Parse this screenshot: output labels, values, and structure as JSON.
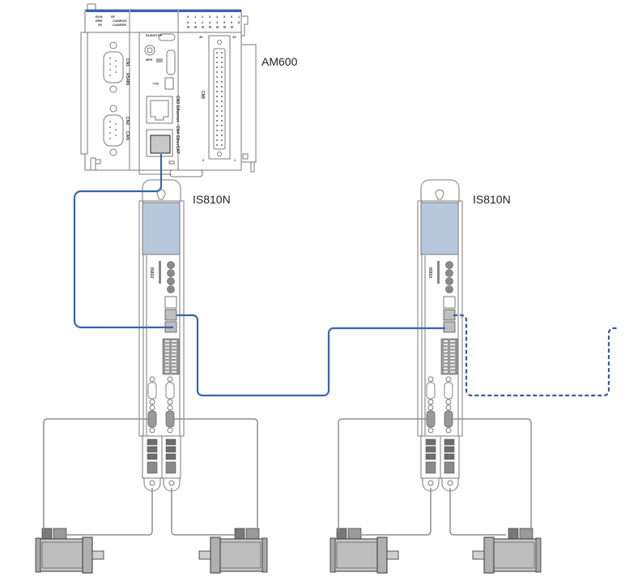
{
  "title": "AM600 EtherCAT network with IS810N servo drives",
  "devices": {
    "controller": {
      "label": "AM600",
      "status_leds": [
        "RUN",
        "SF",
        "ERR",
        "CANRUN",
        "SF",
        "CANERR"
      ],
      "io_numbers_top": [
        "0",
        "1",
        "2",
        "3",
        "4",
        "5",
        "6",
        "7",
        "1"
      ],
      "io_numbers_bottom": [
        "0",
        "1",
        "2",
        "3",
        "4",
        "5",
        "6",
        "7",
        "8"
      ],
      "switch_label": "RUN/STOP",
      "mfk_label": "MFK",
      "ports": [
        {
          "id": "CN1",
          "name": "RS485"
        },
        {
          "id": "CN2",
          "name": "CAN"
        },
        {
          "id": "CN3",
          "name": "Ethernet"
        },
        {
          "id": "CN4",
          "name": "EtherCAT"
        },
        {
          "id": "CN5",
          "name": ""
        }
      ],
      "cn5_pins": {
        "top_left": "40",
        "top_right": "39",
        "bottom_left": "2",
        "bottom_right": "1"
      }
    },
    "drives": [
      {
        "label": "IS810N",
        "side_text": "IS810"
      },
      {
        "label": "IS810N",
        "side_text": "IS810"
      }
    ],
    "motor_count": 4
  },
  "connections": {
    "ethercat_color": "#3a62b5",
    "motor_cable_color": "#8e8e8e",
    "continuation": "dashed"
  }
}
